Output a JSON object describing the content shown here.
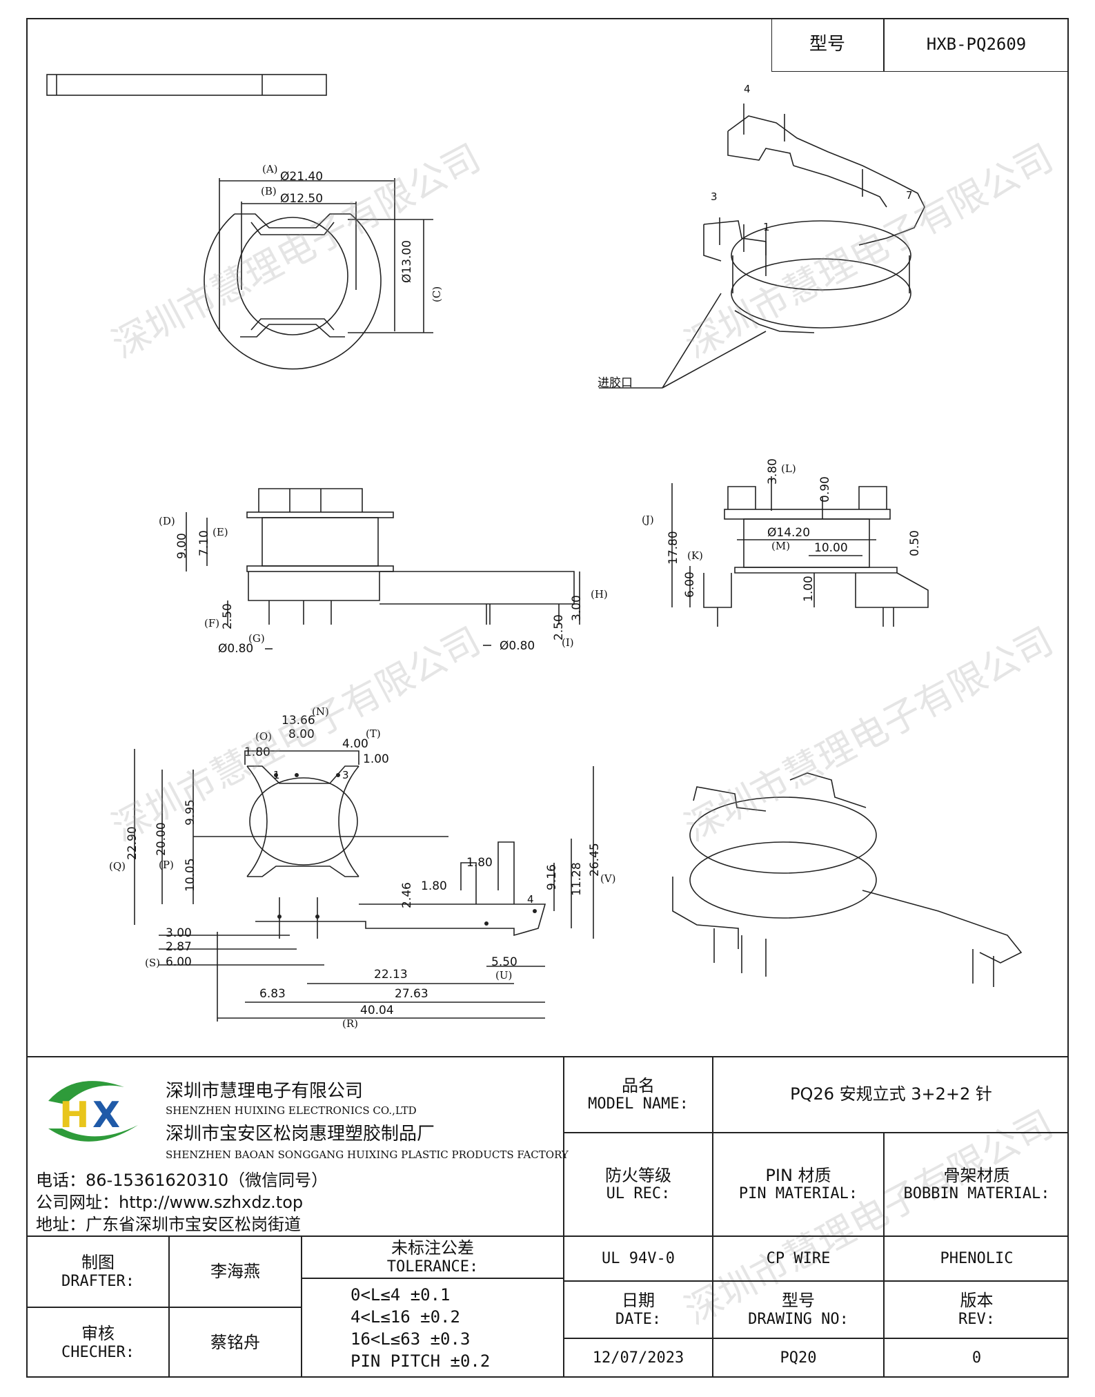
{
  "header": {
    "type_label": "型号",
    "type_value": "HXB-PQ2609"
  },
  "drawing": {
    "top_view": {
      "dim_a": "(A)",
      "dim_a_val": "Ø21.40",
      "dim_b": "(B)",
      "dim_b_val": "Ø12.50",
      "dim_c_val": "Ø13.00",
      "dim_c": "(C)"
    },
    "iso_top": {
      "pin4": "4",
      "pin3": "3",
      "pin1": "1",
      "pin7": "7",
      "gate_label": "进胶口"
    },
    "front_view": {
      "d": "(D)",
      "d_val": "9.00",
      "e": "(E)",
      "e_val": "7.10",
      "f": "(F)",
      "f_val": "2.50",
      "g": "(G)",
      "g_val": "Ø0.80",
      "h": "(H)",
      "h_val": "3.00",
      "i": "(I)",
      "i_val": "2.50",
      "pin_dia": "Ø0.80"
    },
    "side_view": {
      "j": "(J)",
      "j_val": "17.80",
      "k": "(K)",
      "k_val": "6.00",
      "l": "(L)",
      "l_val": "3.80",
      "m": "(M)",
      "m_val": "Ø14.20",
      "v090": "0.90",
      "v1000": "10.00",
      "v050": "0.50",
      "v100": "1.00"
    },
    "bottom_view": {
      "n": "(N)",
      "n_val": "13.66",
      "o": "(O)",
      "o_val": "8.00",
      "t": "(T)",
      "t_val": "4.00",
      "v180a": "1.80",
      "v100": "1.00",
      "q": "(Q)",
      "q_val": "22.90",
      "p": "(P)",
      "p_val": "20.00",
      "v995": "9.95",
      "v1005": "10.05",
      "v246": "2.46",
      "v180b": "1.80",
      "v180c": "1.80",
      "v916": "9.16",
      "v1128": "11.28",
      "v2645": "26.45",
      "vv": "(V)",
      "v300": "3.00",
      "v287": "2.87",
      "s": "(S)",
      "s_val": "6.00",
      "v550": "5.50",
      "u": "(U)",
      "v2213": "22.13",
      "v683": "6.83",
      "v2763": "27.63",
      "r_val": "40.04",
      "r": "(R)",
      "p1": "1",
      "p3": "3",
      "p4": "4"
    }
  },
  "company": {
    "name_cn": "深圳市慧理电子有限公司",
    "name_en": "SHENZHEN HUIXING ELECTRONICS CO.,LTD",
    "factory_cn": "深圳市宝安区松岗惠理塑胶制品厂",
    "factory_en": "SHENZHEN BAOAN SONGGANG HUIXING PLASTIC PRODUCTS FACTORY",
    "phone": "电话：86-15361620310（微信同号）",
    "website": "公司网址：http://www.szhxdz.top",
    "address": "地址：广东省深圳市宝安区松岗街道",
    "logo_text": "HX"
  },
  "title_block": {
    "model_name_cn": "品名",
    "model_name_en": "MODEL NAME:",
    "model_name_val": "PQ26  安规立式 3+2+2 针",
    "ul_cn": "防火等级",
    "ul_en": "UL REC:",
    "pin_mat_cn": "PIN 材质",
    "pin_mat_en": "PIN MATERIAL:",
    "bobbin_cn": "骨架材质",
    "bobbin_en": "BOBBIN MATERIAL:",
    "ul_val": "UL 94V-0",
    "pin_val": "CP WIRE",
    "bobbin_val": "PHENOLIC",
    "date_cn": "日期",
    "date_en": "DATE:",
    "dwg_cn": "型号",
    "dwg_en": "DRAWING NO:",
    "rev_cn": "版本",
    "rev_en": "REV:",
    "date_val": "12/07/2023",
    "dwg_val": "PQ20",
    "rev_val": "0",
    "drafter_cn": "制图",
    "drafter_en": "DRAFTER:",
    "drafter_val": "李海燕",
    "checker_cn": "审核",
    "checker_en": "CHECHER:",
    "checker_val": "蔡铭舟",
    "tol_cn": "未标注公差",
    "tol_en": "TOLERANCE:",
    "tol_lines": [
      "0<L≤4  ±0.1",
      "4<L≤16 ±0.2",
      "16<L≤63 ±0.3",
      "PIN PITCH ±0.2"
    ]
  },
  "watermark": "深圳市慧理电子有限公司",
  "colors": {
    "logo_green": "#2e9b3a",
    "logo_yellow": "#e8c51c",
    "logo_blue": "#1f5aa8"
  }
}
